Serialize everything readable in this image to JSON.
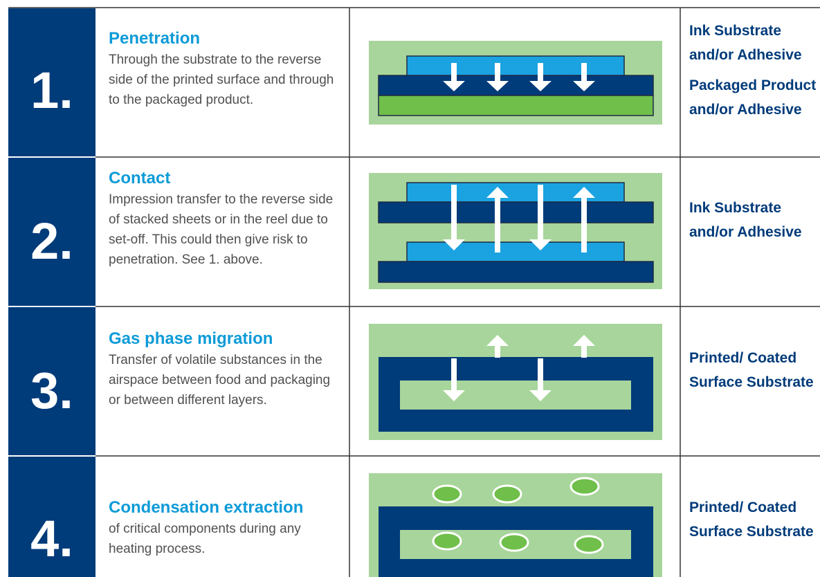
{
  "rows": [
    {
      "number": "1.",
      "title": "Penetration",
      "body": "Through the substrate to the reverse side of the printed surface and through to the packaged product.",
      "side": [
        "Ink Substrate and/or Adhesive",
        "Packaged Product and/or Adhesive"
      ],
      "diagram": "penetration"
    },
    {
      "number": "2.",
      "title": "Contact",
      "body": "Impression transfer to the reverse side of stacked sheets or in the reel due to set-off. This could then give risk to penetration. See 1. above.",
      "side": [
        "Ink Substrate and/or Adhesive"
      ],
      "diagram": "contact"
    },
    {
      "number": "3.",
      "title": "Gas phase migration",
      "body": "Transfer of volatile substances in the airspace between food and packaging or between different layers.",
      "side": [
        "Printed/ Coated Surface Substrate"
      ],
      "diagram": "gas-phase"
    },
    {
      "number": "4.",
      "title": "Condensation extraction",
      "body": "of critical components during any heating process.",
      "side": [
        "Printed/ Coated Surface Substrate"
      ],
      "diagram": "condensation"
    }
  ],
  "colors": {
    "navy": "#003b7a",
    "cyan": "#0d9bd8",
    "light_blue": "#1aa3e0",
    "pale_green": "#a8d59b",
    "green": "#7dc75a",
    "bright_green": "#6fbf4a",
    "border": "#333333",
    "text_gray": "#505050"
  }
}
